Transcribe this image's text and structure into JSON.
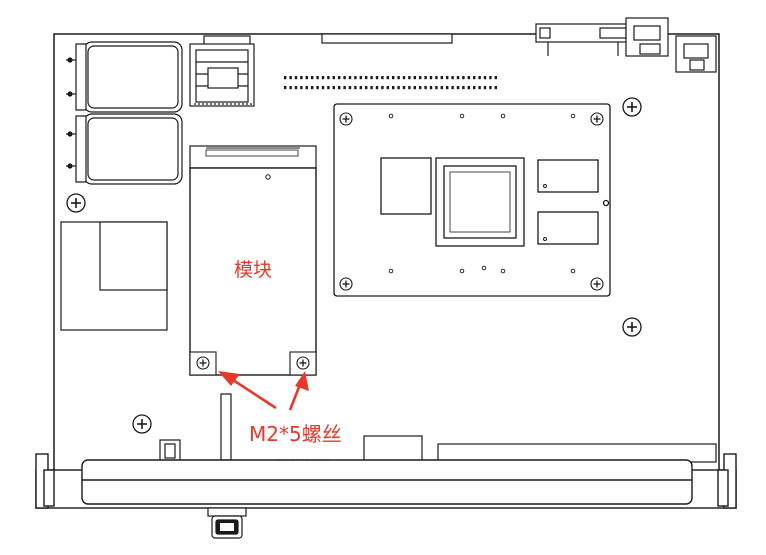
{
  "labels": {
    "module": "模块",
    "screw": "M2*5螺丝"
  },
  "colors": {
    "annotation": "#e8382b",
    "line": "#1a1a1a",
    "board": "#ffffff",
    "chip": "#ffffff"
  },
  "icons": {
    "mounting_hole": "circled-plus",
    "arrow": "red-arrow"
  }
}
